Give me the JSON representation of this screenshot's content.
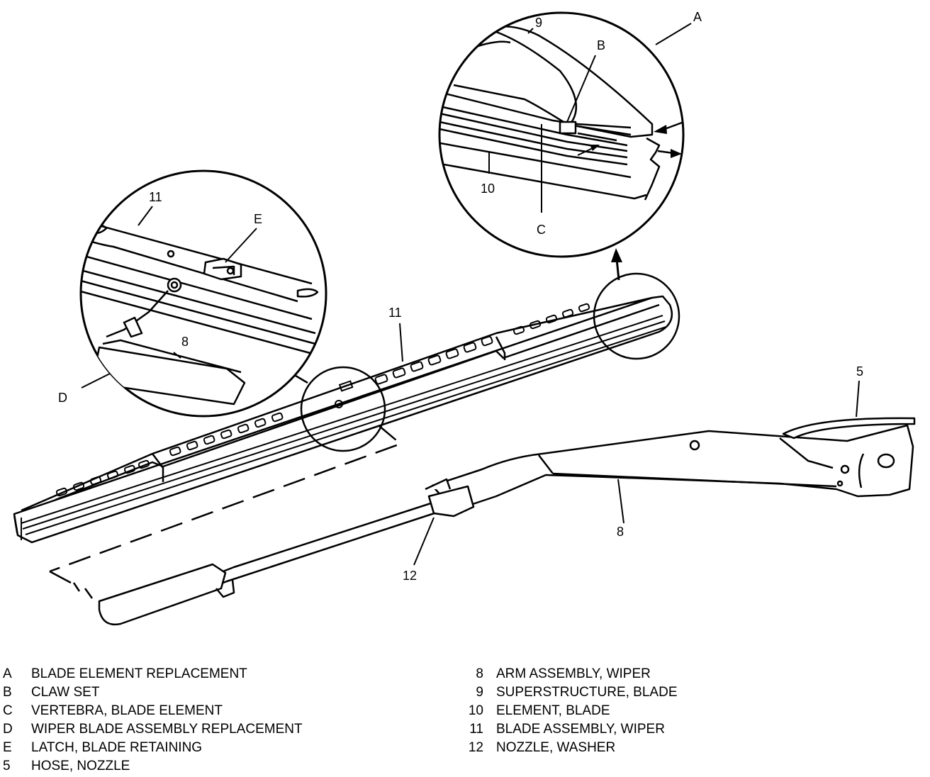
{
  "callouts": {
    "A": "A",
    "B": "B",
    "C": "C",
    "D": "D",
    "E": "E",
    "n9": "9",
    "n10": "10",
    "n11_top": "11",
    "n11_blade": "11",
    "n8_detail": "8",
    "n8_arm": "8",
    "n5": "5",
    "n12": "12"
  },
  "legend": {
    "left": [
      {
        "key": "A",
        "text": "BLADE ELEMENT REPLACEMENT"
      },
      {
        "key": "B",
        "text": "CLAW SET"
      },
      {
        "key": "C",
        "text": "VERTEBRA, BLADE ELEMENT"
      },
      {
        "key": "D",
        "text": "WIPER BLADE ASSEMBLY REPLACEMENT"
      },
      {
        "key": "E",
        "text": "LATCH, BLADE RETAINING"
      },
      {
        "key": "5",
        "text": "HOSE, NOZZLE"
      }
    ],
    "right": [
      {
        "key": "8",
        "text": "ARM ASSEMBLY, WIPER"
      },
      {
        "key": "9",
        "text": "SUPERSTRUCTURE, BLADE"
      },
      {
        "key": "10",
        "text": "ELEMENT, BLADE"
      },
      {
        "key": "11",
        "text": "BLADE ASSEMBLY, WIPER"
      },
      {
        "key": "12",
        "text": "NOZZLE, WASHER"
      }
    ]
  }
}
